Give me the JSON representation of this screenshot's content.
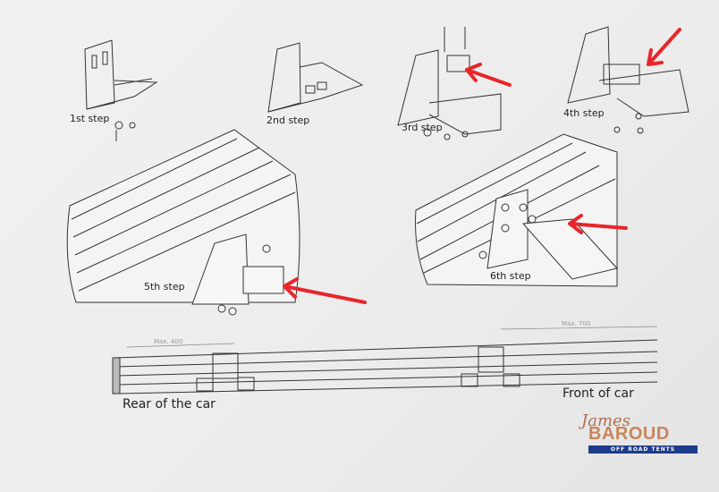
{
  "steps": [
    "1st step",
    "2nd step",
    "3rd step",
    "4th step",
    "5th step",
    "6th step"
  ],
  "overview": {
    "max_rear": "Max. 400",
    "max_front": "Max. 700",
    "rear_label": "Rear of the car",
    "front_label": "Front of car"
  },
  "logo": {
    "script": "James",
    "name": "BAROUD",
    "tagline": "OFF ROAD TENTS"
  },
  "colors": {
    "arrow": "#e8262a",
    "line": "#333333",
    "paper": "#efefef"
  }
}
